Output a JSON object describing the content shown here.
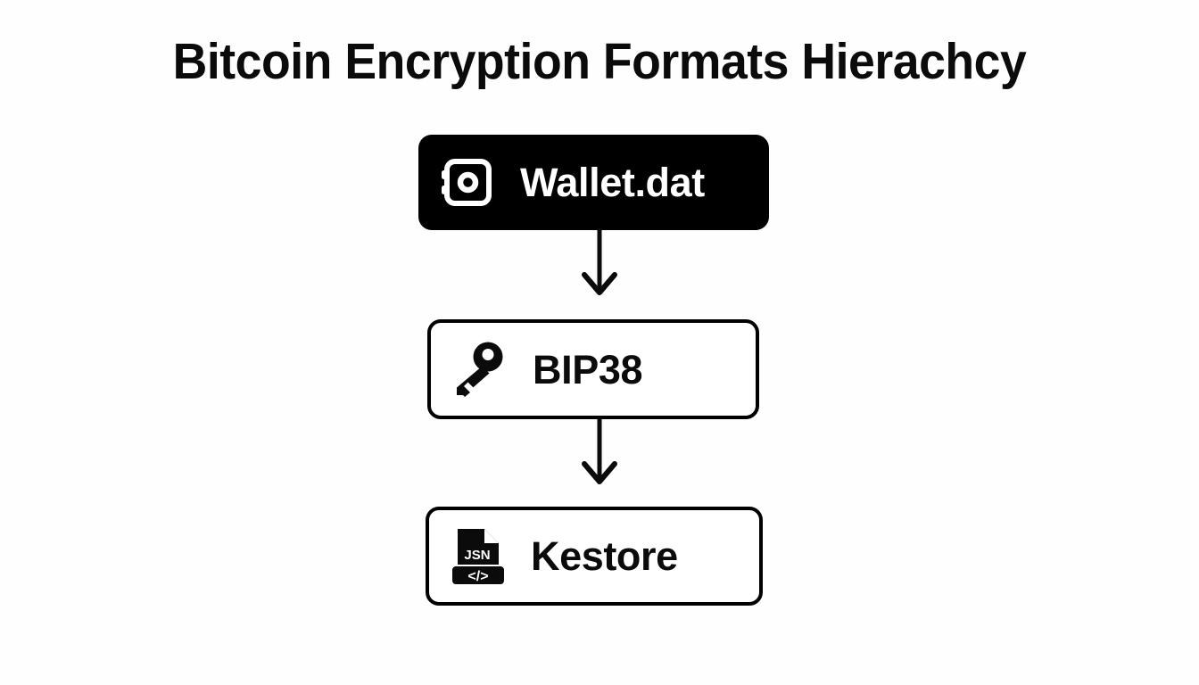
{
  "title": "Bitcoin Encryption Formats Hierachcy",
  "background_color": "#fefefe",
  "colors": {
    "ink": "#000000",
    "paper": "#ffffff",
    "title": "#0b0b0b"
  },
  "nodes": [
    {
      "id": "wallet-dat",
      "label": "Wallet.dat",
      "icon": "safe-vault-icon",
      "style": "filled-dark",
      "fill": "#000000",
      "text_color": "#ffffff"
    },
    {
      "id": "bip38",
      "label": "BIP38",
      "icon": "key-icon",
      "style": "outlined-light",
      "fill": "#ffffff",
      "text_color": "#0b0b0b"
    },
    {
      "id": "kestore",
      "label": "Kestore",
      "icon": "json-file-icon",
      "icon_text_top": "JSN",
      "icon_text_bottom": "</>",
      "style": "outlined-light",
      "fill": "#ffffff",
      "text_color": "#0b0b0b"
    }
  ],
  "connectors": [
    {
      "id": "arrow-wallet-to-bip38",
      "from": "wallet-dat",
      "to": "bip38",
      "type": "arrow-down"
    },
    {
      "id": "arrow-bip38-to-kestore",
      "from": "bip38",
      "to": "kestore",
      "type": "arrow-down"
    }
  ]
}
